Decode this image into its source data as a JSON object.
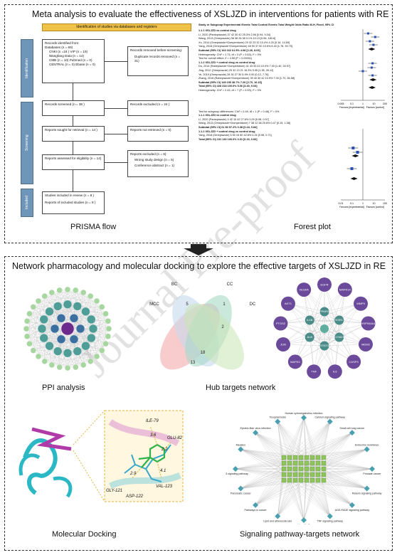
{
  "top": {
    "heading": "Meta analysis to evaluate the effectiveness of XSLJZD in interventions for patients with RE",
    "prisma_caption": "PRISMA flow",
    "forest_caption": "Forest plot"
  },
  "prisma": {
    "banner": "Identification of studies via databases and registers",
    "stages": [
      "Identification",
      "Screening",
      "Included"
    ],
    "identified": [
      "Records identified from:",
      "Databases (n = 69)",
      "CNKI (n =18 ) VIP (n = 19)",
      "Wangfang Data (n = 14)",
      "CMB (n = 10) Pubmed (n = 0)",
      "CENTRAL (n = 0) Ebase (n = 0)"
    ],
    "removed": [
      "Records removed before screening:",
      "Duplicate records removed (n = 31)"
    ],
    "screened": "Records screened (n = 38 )",
    "excluded": "Records excluded (n = 24 )",
    "retrieval": "Reports sought for retrieval (n = 14 )",
    "not_retrieved": "Reports not retrieved (n = 0)",
    "eligibility": "Reports assessed for eligibility (n = 14)",
    "reports_excluded": [
      "Reports excluded (n = 6):",
      "Wrong study design (n = 5)",
      "Conference abstract (n = 1)"
    ],
    "included": [
      "Studies included in review (n = 8 )",
      "Reports of included studies (n = 8 )"
    ]
  },
  "forest": {
    "header": [
      "Study or Subgroup",
      "Experimental Events Total",
      "Control Events Total",
      "Weight",
      "Odds Ratio M-H, Fixed, 95% CI"
    ],
    "rows": [
      "1.1.1 XSLJZD vs control drug",
      "Li, 2020 (Pantoprazole)   37  42   30  42  25.3%  2.96 [0.94, 9.34]",
      "Wang, 2013 (Omeprazole)   38  38   26  38   3.1%  10.13 [0.56, 183.6]",
      "Xu, 2014 (Omeprazole+Domperidone)   29  32   23  32  10.4%  4.20 [0.16, 14.69]",
      "Yang, 2018 (Omeprazole+Domperidone)   48  50   37  50  10.6%  8.43 [1.78, 39.79]",
      "Subtotal (95% CI)   163  162  61.5%  4.08 [2.26, 8.03]",
      "Heterogeneity: Chi² = 1.73, df = 3 (P = 0.63); I² = 0%",
      "Test for overall effect: Z = 4.55 (P < 0.00001)",
      "1.1.2 XSLJZD + control drug vs control drug",
      "Du, 2014 (Rabeprazole+Domperidone)   41  43   33  43  10.0%  7.00 [1.40, 34.97]",
      "Jing, 2012 (Omeprazole)   29  32   13  21  16.3%  5.95 [1.35, 26.12]",
      "Ye, 2019 (Omeprazole)   28  30   27  30   5.9%  0.00 [0.12, 7.76]",
      "Zhang, 2016 (Rabeprazole+Domperidone)   39  40   30  42  10.9%  7.00 [1.70, 36.58]",
      "Subtotal (95% CI)   145  156  38.7%  7.20 [2.70, 16.15]",
      "Total (95% CI)   328   318  100.0%  5.06 [3.40, 9.03]",
      "Heterogeneity: Chi² = 2.43, df = 7 (P = 0.93); I² = 0%",
      "Test for subgroup differences: Chi² = 0.49, df = 1 (P = 0.48), I² = 0%",
      "1.1.1 XSLJZD vs control drug",
      "Li, 2020 (Pantoprazole)   3  42  10  42  27.6%  0.29 [0.08, 0.97]",
      "Wang, 2013 (Omeprazole+Domperidone)   7  38  12  38  29.6%  0.47 [0.15, 1.38]",
      "Subtotal (95% CI)   61  80  57.2%  0.38 [0.18, 0.84]",
      "1.1.2 XSLJZD + control drug vs control drug",
      "Yang, 2018 (Omeprazole)   5  50  16  50  42.8%  0.24 [0.08, 0.71]",
      "Total (95% CI)   131   130  100.0%  0.31 [0.16, 0.60]"
    ],
    "axis1": [
      "0.005",
      "0.1",
      "1",
      "10",
      "200"
    ],
    "axis1_labels": [
      "Favours [experimental]",
      "Favours [control]"
    ],
    "axis2": [
      "0.01",
      "0.1",
      "1",
      "10",
      "100"
    ],
    "axis2_labels": [
      "Favours [experimental]",
      "Favours [control]"
    ]
  },
  "bottom": {
    "heading": "Network pharmacology and  molecular docking to explore the effective targets of XSLJZD in RE",
    "ppi_caption": "PPI analysis",
    "hub_caption": "Hub targets network",
    "docking_caption": "Molecular Docking",
    "pathway_caption": "Signaling pathway-targets network"
  },
  "venn": {
    "sets": [
      "BC",
      "CC",
      "MCC",
      "DC"
    ],
    "counts": [
      "5",
      "1",
      "2",
      "18",
      "13"
    ],
    "colors": [
      "#f2a3a3",
      "#a9d9c6",
      "#c6d9ef",
      "#c9e6b5"
    ]
  },
  "hub": {
    "outer": [
      "EGFR",
      "MAPK14",
      "MMP9",
      "HSP90AA1",
      "MDM2",
      "CASP3",
      "IL6",
      "TNF",
      "MAPK3",
      "JUN",
      "PTGS2",
      "AKT1",
      "VEGFA"
    ],
    "inner": [
      "PPARG",
      "ESR1",
      "CCND1",
      "STAT3",
      "ALB",
      "IL1B"
    ]
  },
  "docking": {
    "residues": [
      "ILE-79",
      "GLU-82",
      "GLY-121",
      "ASP-122",
      "VAL-123"
    ],
    "distances": [
      "3.6",
      "2.2",
      "4.1",
      "2.9"
    ]
  },
  "pathway": {
    "labels": [
      "Human cytomegalovirus infection",
      "Calcium signaling pathway",
      "Small cell lung cancer",
      "Endocrine resistance",
      "Prostate cancer",
      "Relaxin signaling pathway",
      "AGE-RAGE signaling pathway",
      "TNF signaling pathway",
      "Hepatitis B",
      "Lipid and atherosclerosis",
      "Pathways in cancer",
      "Pancreatic cancer",
      "p53 signaling pathway",
      "Measles",
      "Epstein-Barr virus infection",
      "Toxoplasmosis"
    ]
  },
  "watermark": "Journal Pre-proof"
}
